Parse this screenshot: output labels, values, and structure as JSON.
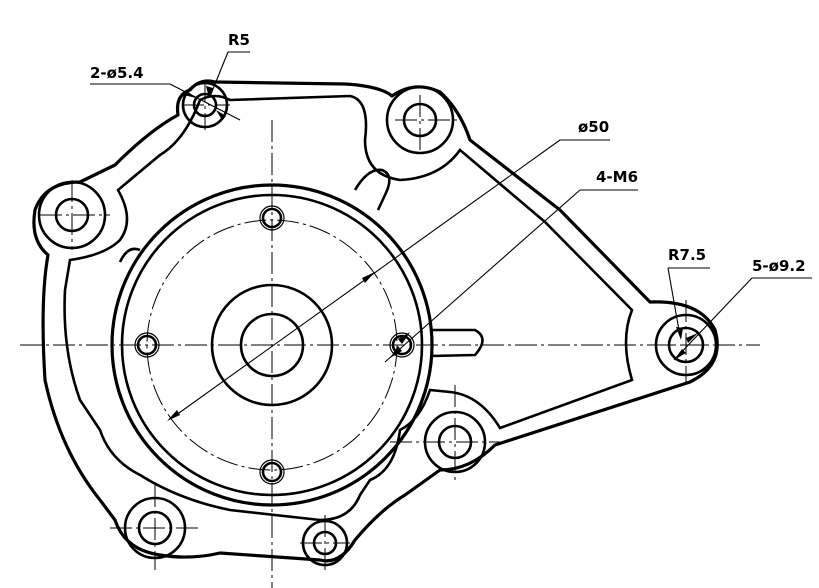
{
  "labels": {
    "hole_small": "2-ø5.4",
    "radius_small": "R5",
    "diameter_pitch": "ø50",
    "threaded_holes": "4-M6",
    "radius_large": "R7.5",
    "hole_large": "5-ø9.2"
  }
}
